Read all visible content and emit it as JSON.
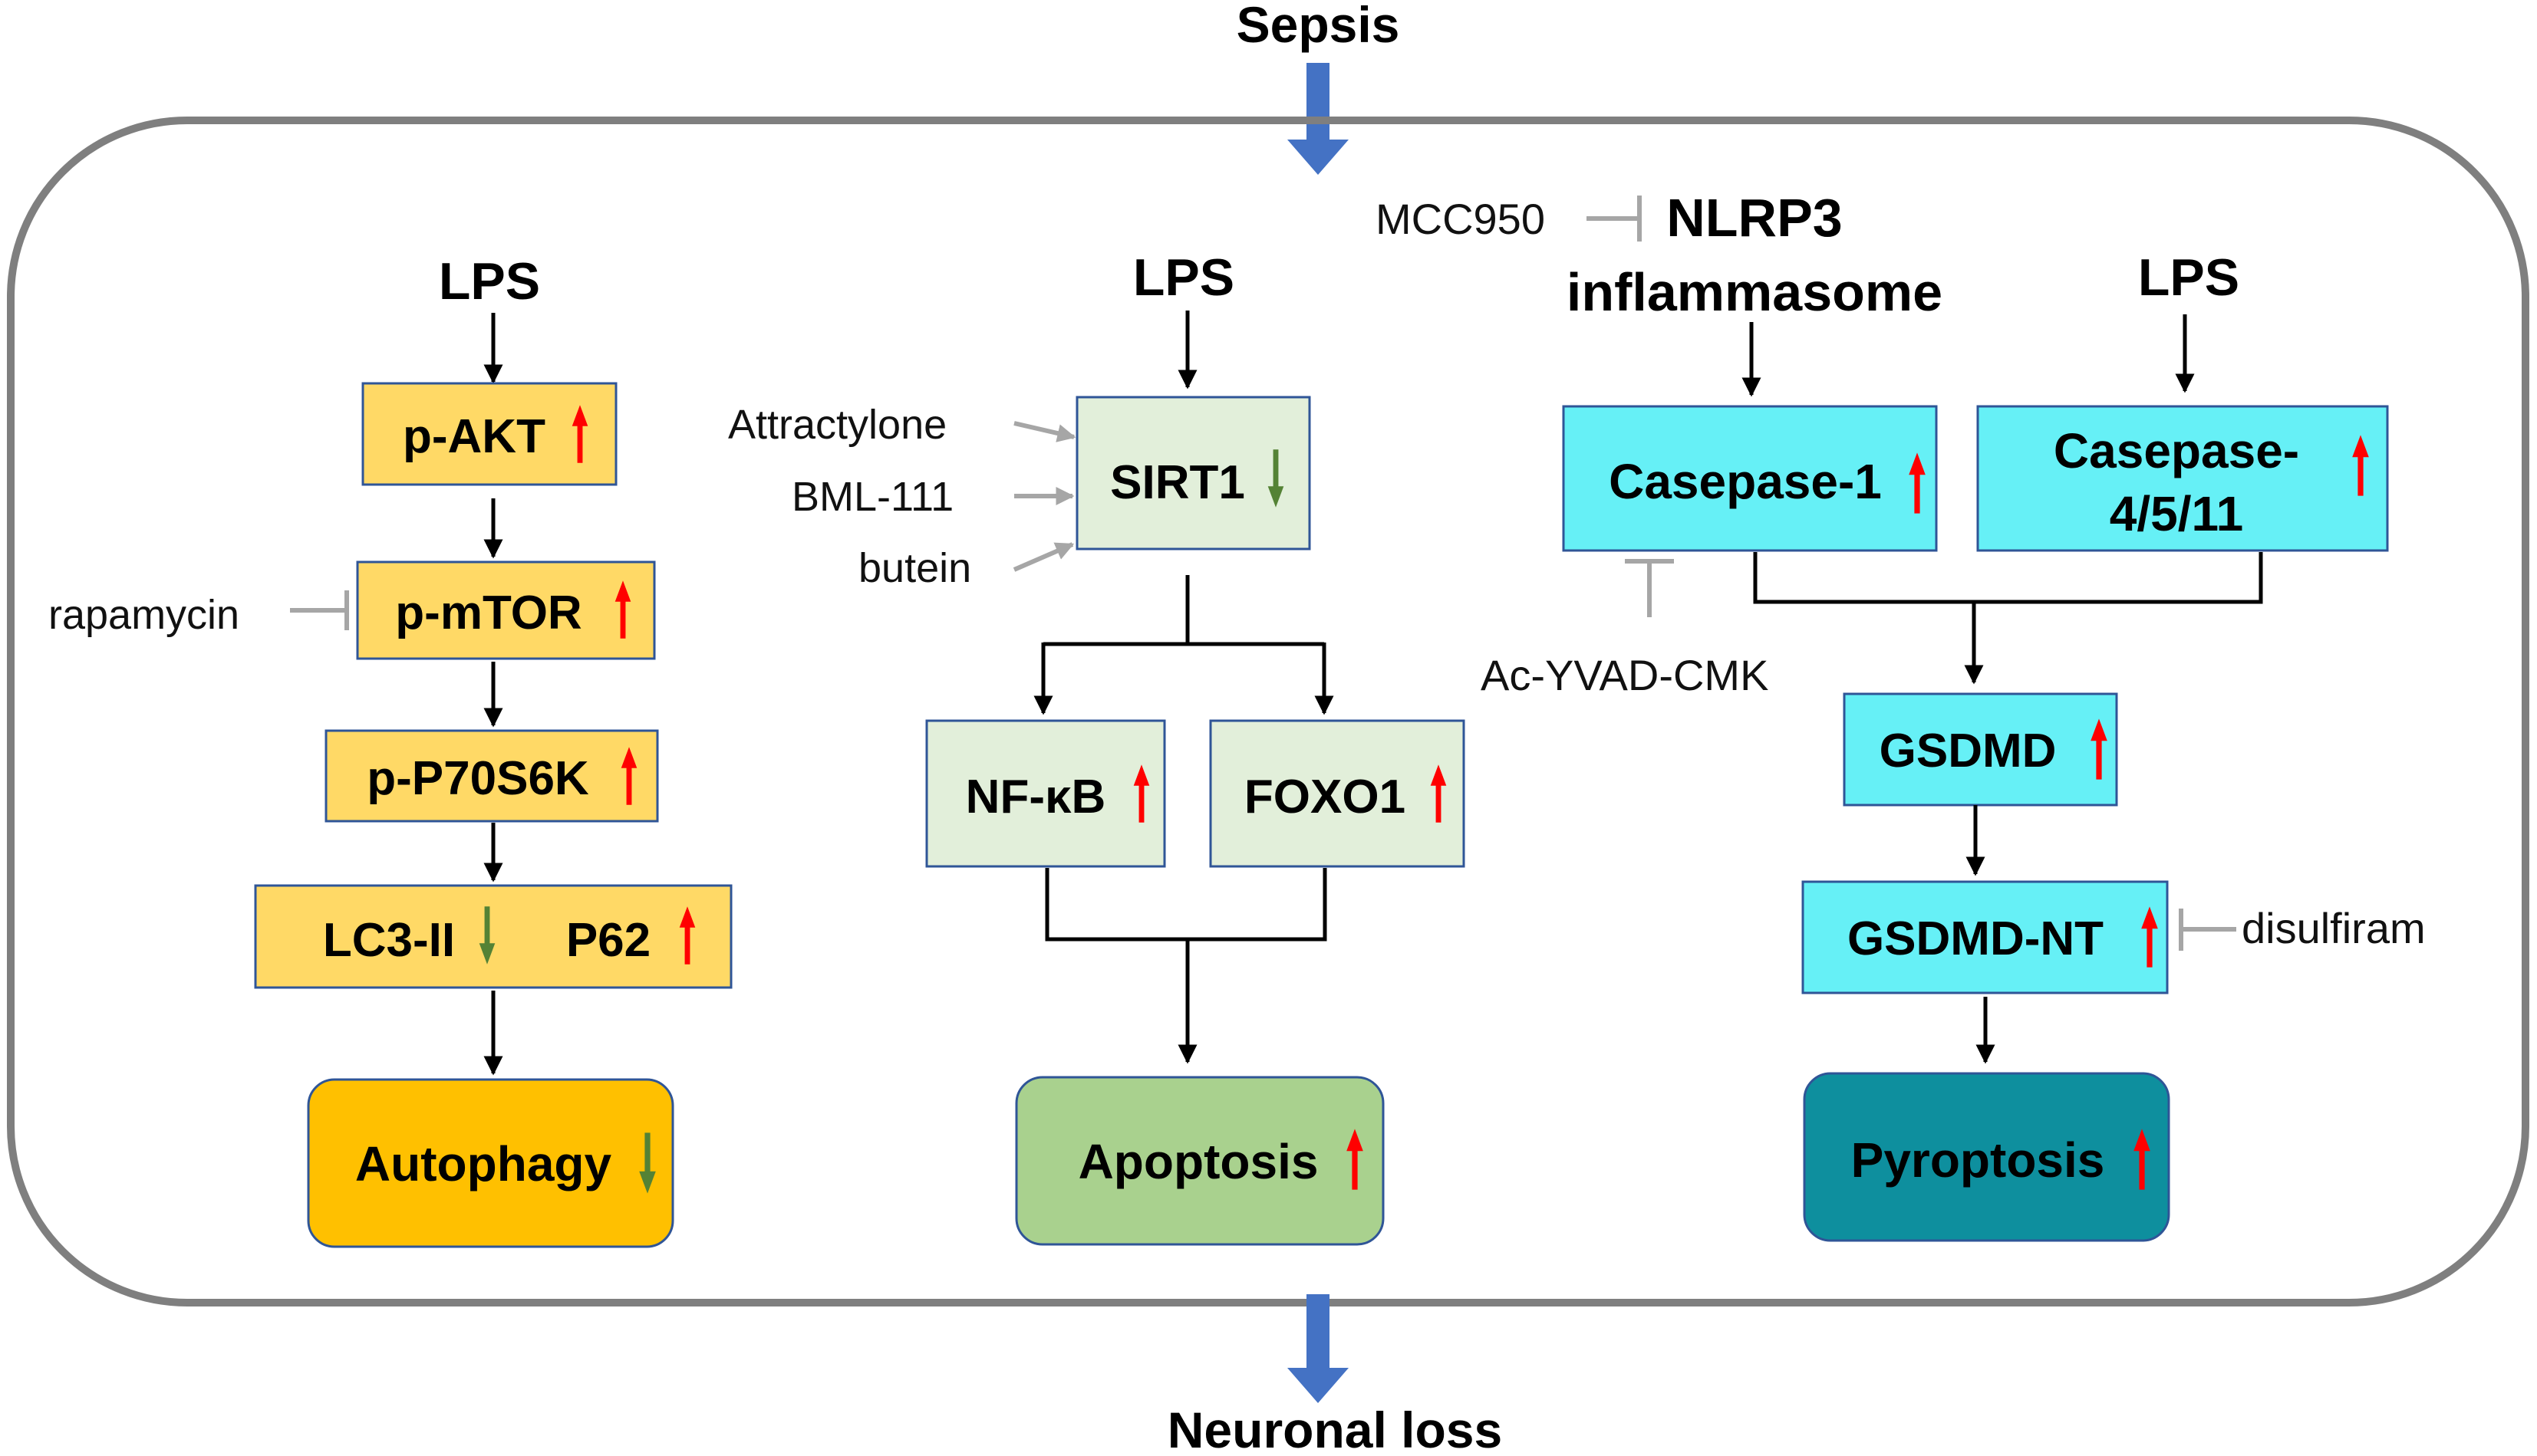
{
  "diagram": {
    "top_label": "Sepsis",
    "bottom_label": "Neuronal loss",
    "colors": {
      "frame": "#7f7f7f",
      "flow_arrow": "#4472c4",
      "autophagy_box": "#ffd966",
      "autophagy_outcome": "#ffc000",
      "apoptosis_box": "#e2efda",
      "apoptosis_outcome": "#a9d18e",
      "pyroptosis_box": "#66f0f6",
      "pyroptosis_outcome": "#0e8f9e",
      "increase_arrow": "#ff0000",
      "decrease_arrow": "#548235",
      "inhibitor_line": "#a6a6a6"
    },
    "autophagy_pathway": {
      "trigger": "LPS",
      "nodes": [
        "p-AKT",
        "p-mTOR",
        "p-P70S6K",
        "LC3-II",
        "P62"
      ],
      "outcome": "Autophagy",
      "inhibitor": "rapamycin"
    },
    "apoptosis_pathway": {
      "trigger": "LPS",
      "node_sirt1": "SIRT1",
      "activators": [
        "Attractylone",
        "BML-111",
        "butein"
      ],
      "node_nfkb": "NF-κB",
      "node_foxo1": "FOXO1",
      "outcome": "Apoptosis"
    },
    "pyroptosis_pathway": {
      "inhibitor_nlrp3": "MCC950",
      "nlrp3_line1": "NLRP3",
      "nlrp3_line2": "inflammasome",
      "trigger": "LPS",
      "casp1": "Casepase-1",
      "casp4_line1": "Casepase-",
      "casp4_line2": "4/5/11",
      "casp1_inhibitor": "Ac-YVAD-CMK",
      "gsdmd": "GSDMD",
      "gsdmd_nt": "GSDMD-NT",
      "gsdmd_nt_inhibitor": "disulfiram",
      "outcome": "Pyroptosis"
    }
  }
}
